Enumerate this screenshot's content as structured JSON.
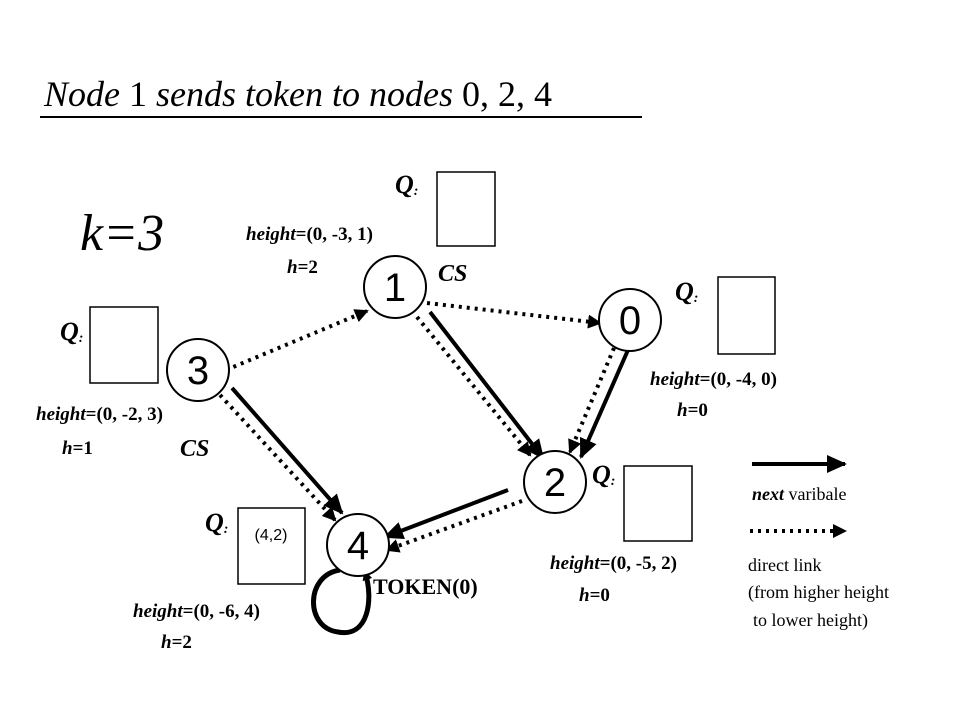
{
  "title": {
    "parts": [
      {
        "text": "Node",
        "italic": true
      },
      {
        "text": " 1 ",
        "italic": false
      },
      {
        "text": "sends token to nodes",
        "italic": true
      },
      {
        "text": " 0, 2, 4",
        "italic": false
      }
    ]
  },
  "k_label": "k=3",
  "nodes": [
    {
      "id": "1",
      "label": "1"
    },
    {
      "id": "0",
      "label": "0"
    },
    {
      "id": "3",
      "label": "3"
    },
    {
      "id": "2",
      "label": "2"
    },
    {
      "id": "4",
      "label": "4"
    }
  ],
  "node_info": {
    "1": {
      "q": "Q",
      "q_sub": ":",
      "queue": "",
      "height_word": "height",
      "height_value": "=(0, -3, 1)",
      "h_word": "h",
      "h_value": "=2",
      "cs": "CS"
    },
    "0": {
      "q": "Q",
      "q_sub": ":",
      "queue": "",
      "height_word": "height",
      "height_value": "=(0, -4, 0)",
      "h_word": "h",
      "h_value": "=0"
    },
    "3": {
      "q": "Q",
      "q_sub": ":",
      "queue": "",
      "height_word": "height",
      "height_value": "=(0, -2, 3)",
      "h_word": "h",
      "h_value": "=1",
      "cs": "CS"
    },
    "2": {
      "q": "Q",
      "q_sub": ":",
      "queue": "",
      "height_word": "height",
      "height_value": "=(0, -5, 2)",
      "h_word": "h",
      "h_value": "=0"
    },
    "4": {
      "q": "Q",
      "q_sub": ":",
      "queue": "(4,2)",
      "height_word": "height",
      "height_value": "=(0, -6, 4)",
      "h_word": "h",
      "h_value": "=2"
    }
  },
  "token_label": "TOKEN(0)",
  "legend": {
    "next_word": "next",
    "next_rest": " varibale",
    "direct_line1": "direct link",
    "direct_line2": "(from higher height",
    "direct_line3": "to lower height)"
  },
  "colors": {
    "ink": "#000000",
    "background": "#ffffff"
  }
}
